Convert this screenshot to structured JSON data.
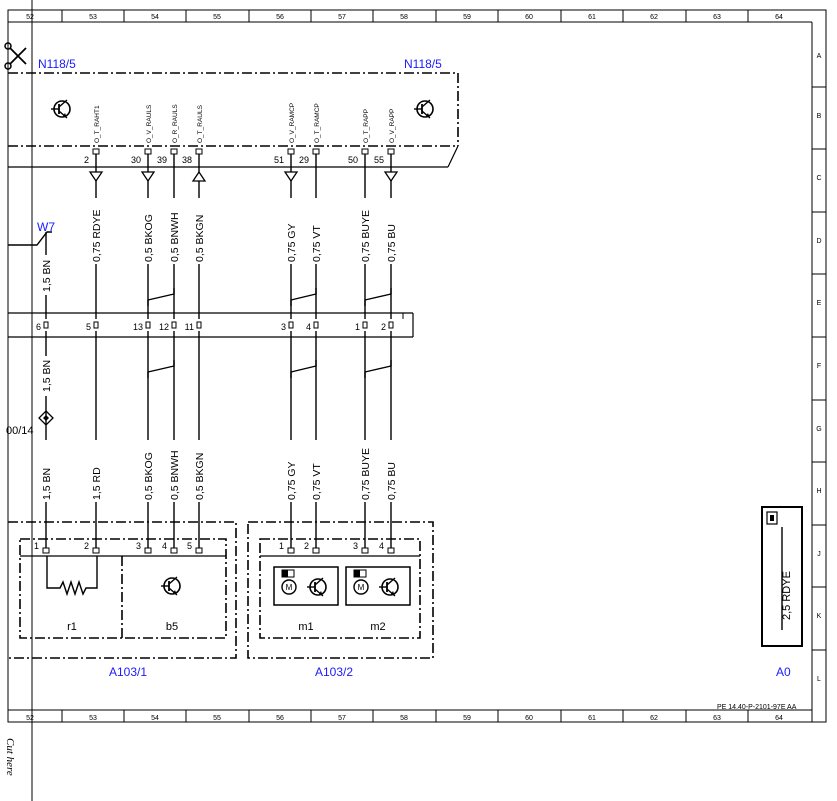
{
  "grid": {
    "top_cols": [
      "52",
      "53",
      "54",
      "55",
      "56",
      "57",
      "58",
      "59",
      "60",
      "61",
      "62",
      "63",
      "64"
    ],
    "bottom_cols": [
      "52",
      "53",
      "54",
      "55",
      "56",
      "57",
      "58",
      "59",
      "60",
      "61",
      "62",
      "63",
      "64"
    ],
    "rows": [
      "A",
      "B",
      "C",
      "D",
      "E",
      "F",
      "G",
      "H",
      "J",
      "K",
      "L"
    ]
  },
  "components": {
    "n118_left": "N118/5",
    "n118_right": "N118/5",
    "w7": "W7",
    "a103_1": "A103/1",
    "a103_2": "A103/2",
    "a0": "A0",
    "ground_ref": "00/14"
  },
  "signals": [
    "O_T_RAHT1",
    "O_V_RAULS",
    "O_R_RAULS",
    "O_T_RAULS",
    "O_V_RAMCP",
    "O_T_RAMCP",
    "O_T_RAPP",
    "O_V_RAPP"
  ],
  "top_pins": [
    "2",
    "30",
    "39",
    "38",
    "51",
    "29",
    "50",
    "55"
  ],
  "wire_upper": [
    "0,75 RDYE",
    "0,5 BKOG",
    "0,5 BNWH",
    "0,5 BKGN",
    "0,75 GY",
    "0,75 VT",
    "0,75 BUYE",
    "0,75 BU"
  ],
  "w7_wire": "1,5 BN",
  "connector_pins": [
    "6",
    "5",
    "13",
    "12",
    "11",
    "3",
    "4",
    "1",
    "2"
  ],
  "mid_wire": "1,5 BN",
  "wire_lower": [
    "1,5 BN",
    "1,5 RD",
    "0,5 BKOG",
    "0,5 BNWH",
    "0,5 BKGN",
    "0,75 GY",
    "0,75 VT",
    "0,75 BUYE",
    "0,75 BU"
  ],
  "bottom_pins": [
    "1",
    "2",
    "3",
    "4",
    "5",
    "1",
    "2",
    "3",
    "4"
  ],
  "sub_labels": [
    "r1",
    "b5",
    "m1",
    "m2"
  ],
  "a0_wire": "2,5 RDYE",
  "motor_letter": "M",
  "doc_ref": "PE 14.40-P-2101-97E AA",
  "cut_here": "Cut here"
}
